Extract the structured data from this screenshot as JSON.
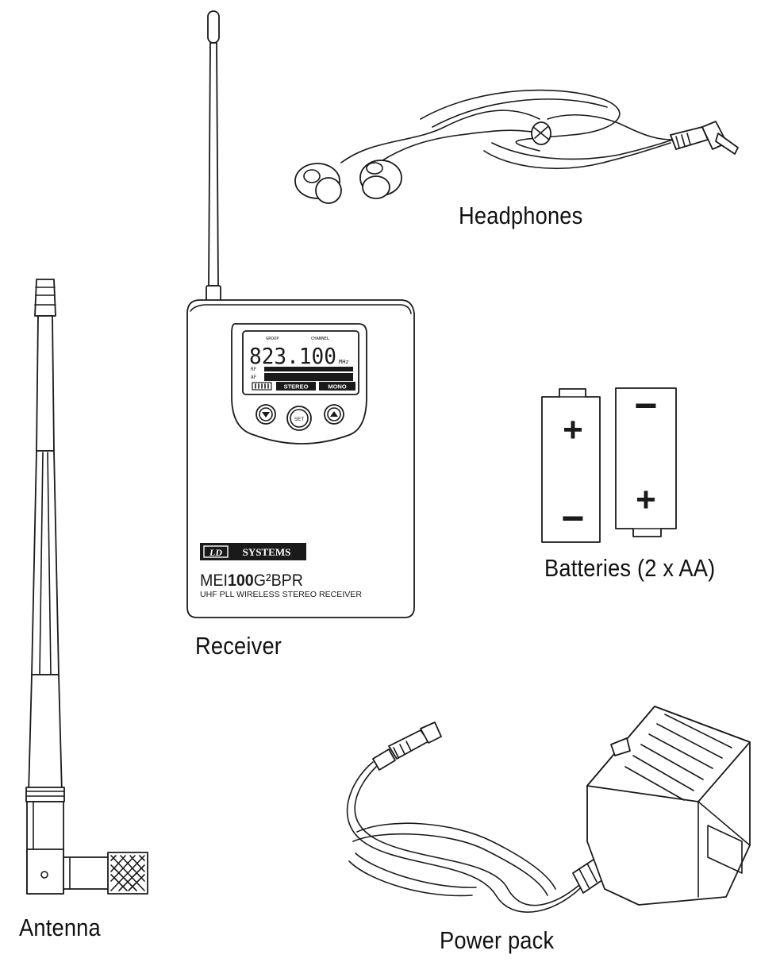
{
  "items": {
    "headphones": "Headphones",
    "receiver": "Receiver",
    "batteries": "Batteries (2 x AA)",
    "antenna": "Antenna",
    "power_pack": "Power pack"
  },
  "receiver_device": {
    "display_group_label": "GROUP",
    "display_channel_label": "CHANNEL",
    "display_frequency": "823.100",
    "display_unit": "MHz",
    "display_rf_label": "RF",
    "display_af_label": "AF",
    "display_stereo": "STEREO",
    "display_mono": "MONO",
    "set_button_label": "SET",
    "brand": "LD SYSTEMS",
    "brand_ld": "LD",
    "brand_systems": "SYSTEMS",
    "model_prefix": "MEI",
    "model_number": "100",
    "model_suffix": "G²BPR",
    "model_description": "UHF PLL WIRELESS STEREO RECEIVER"
  },
  "batteries_device": {
    "battery1_top": "+",
    "battery1_bottom": "−",
    "battery2_top": "−",
    "battery2_bottom": "+"
  }
}
